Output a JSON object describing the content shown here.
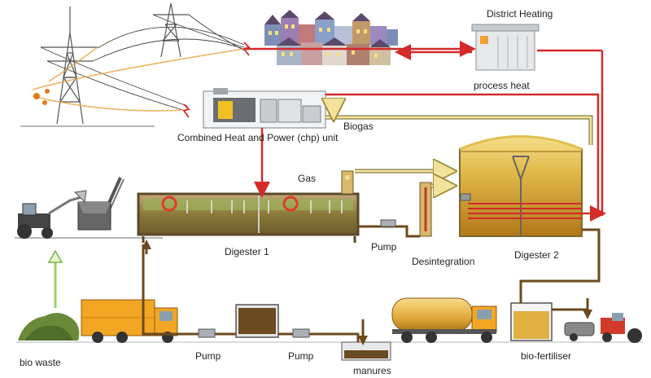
{
  "labels": {
    "district_heating": "District Heating",
    "process_heat": "process heat",
    "biogas": "Biogas",
    "chp_unit": "Combined Heat and Power (chp) unit",
    "gas": "Gas",
    "digester_1": "Digester 1",
    "digester_2": "Digester 2",
    "pump_top": "Pump",
    "desintegration": "Desintegration",
    "pump_left": "Pump",
    "pump_right": "Pump",
    "bio_waste": "bio waste",
    "manures": "manures",
    "bio_fertiliser": "bio-fertiliser"
  },
  "colors": {
    "heat_line": "#d42a2a",
    "gas_line": "#e9d98a",
    "liquid_line": "#6b4a1e",
    "digestate": "#d9a52a",
    "steel": "#8a8f94",
    "truck": "#f2a623"
  }
}
